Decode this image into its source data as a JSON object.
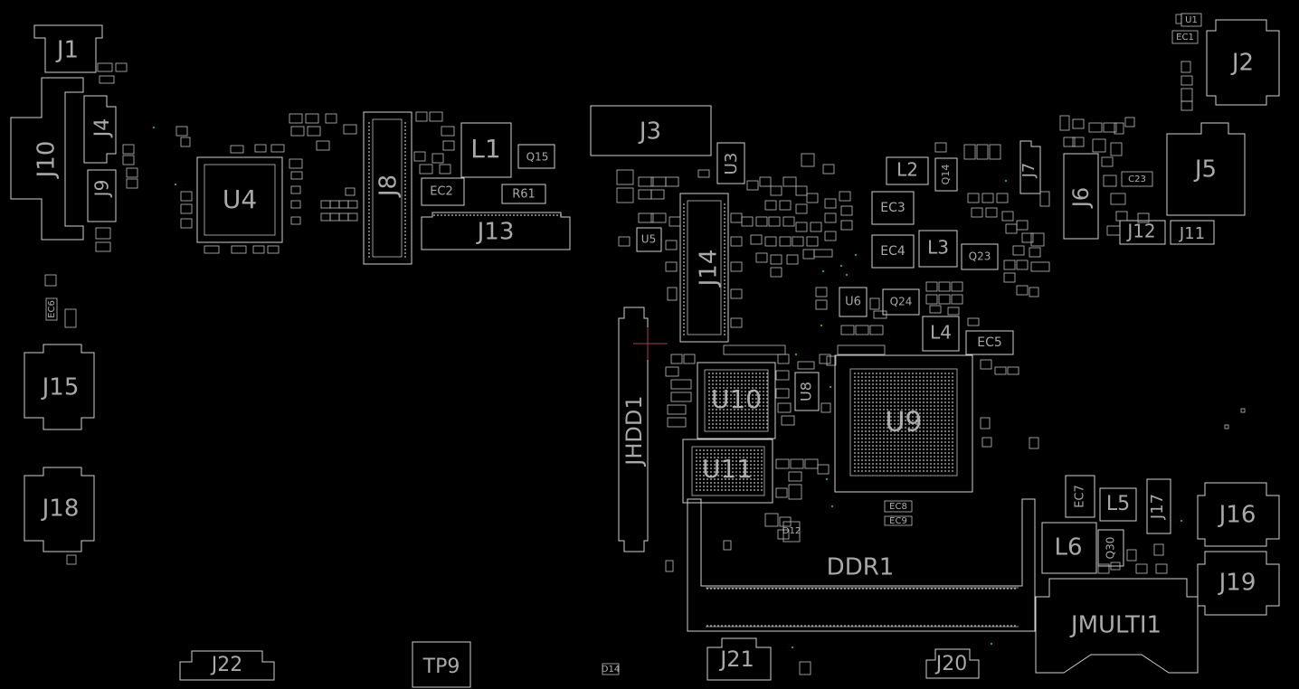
{
  "components": {
    "J1": "J1",
    "J2": "J2",
    "J3": "J3",
    "J4": "J4",
    "J5": "J5",
    "J6": "J6",
    "J7": "J7",
    "J8": "J8",
    "J9": "J9",
    "J10": "J10",
    "J11": "J11",
    "J12": "J12",
    "J13": "J13",
    "J14": "J14",
    "J15": "J15",
    "J16": "J16",
    "J17": "J17",
    "J18": "J18",
    "J19": "J19",
    "J20": "J20",
    "J21": "J21",
    "J22": "J22",
    "U3": "U3",
    "U4": "U4",
    "U5": "U5",
    "U6": "U6",
    "U8": "U8",
    "U9": "U9",
    "U10": "U10",
    "U11": "U11",
    "L1": "L1",
    "L2": "L2",
    "L3": "L3",
    "L4": "L4",
    "L5": "L5",
    "L6": "L6",
    "Q14": "Q14",
    "Q15": "Q15",
    "Q23": "Q23",
    "Q24": "Q24",
    "Q30": "Q30",
    "EC1": "EC1",
    "EC2": "EC2",
    "EC3": "EC3",
    "EC4": "EC4",
    "EC5": "EC5",
    "EC6": "EC6",
    "EC7": "EC7",
    "EC8": "EC8",
    "EC9": "EC9",
    "R61": "R61",
    "C23": "C23",
    "U1": "U1",
    "TP9": "TP9",
    "DDR1": "DDR1",
    "JHDD1": "JHDD1",
    "JMULTI1": "JMULTI1",
    "D12": "D12",
    "D14": "D14"
  },
  "colors": {
    "background": "#000000",
    "outline": "#cfcfcf",
    "label": "#a9a9a9",
    "via": "#2f9e54",
    "cursor": "#a04060"
  }
}
